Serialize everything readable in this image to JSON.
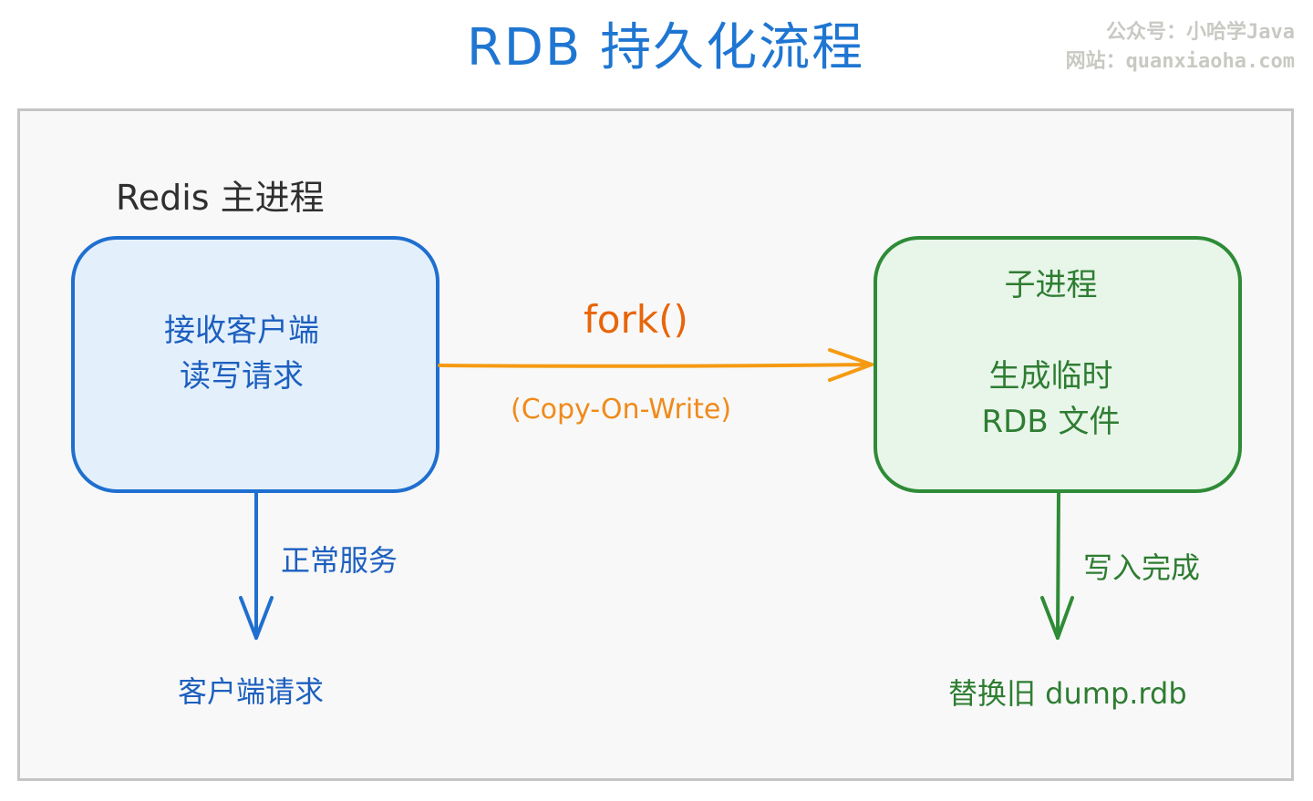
{
  "title": "RDB 持久化流程",
  "watermark": {
    "line1": "公众号：小哈学Java",
    "line2": "网站：quanxiaoha.com"
  },
  "main_process": {
    "label": "Redis 主进程",
    "box_line1": "接收客户端",
    "box_line2": "读写请求",
    "arrow_label": "正常服务",
    "target": "客户端请求"
  },
  "fork": {
    "label": "fork()",
    "sublabel": "(Copy-On-Write)"
  },
  "child_process": {
    "box_title": "子进程",
    "box_line1": "生成临时",
    "box_line2": "RDB 文件",
    "arrow_label": "写入完成",
    "target": "替换旧 dump.rdb"
  },
  "colors": {
    "title": "#1f76d2",
    "main_stroke": "#1f6fd0",
    "main_fill": "#e3f0fc",
    "child_stroke": "#2e8b36",
    "child_fill": "#e8f5e9",
    "fork": "#f59a12"
  }
}
